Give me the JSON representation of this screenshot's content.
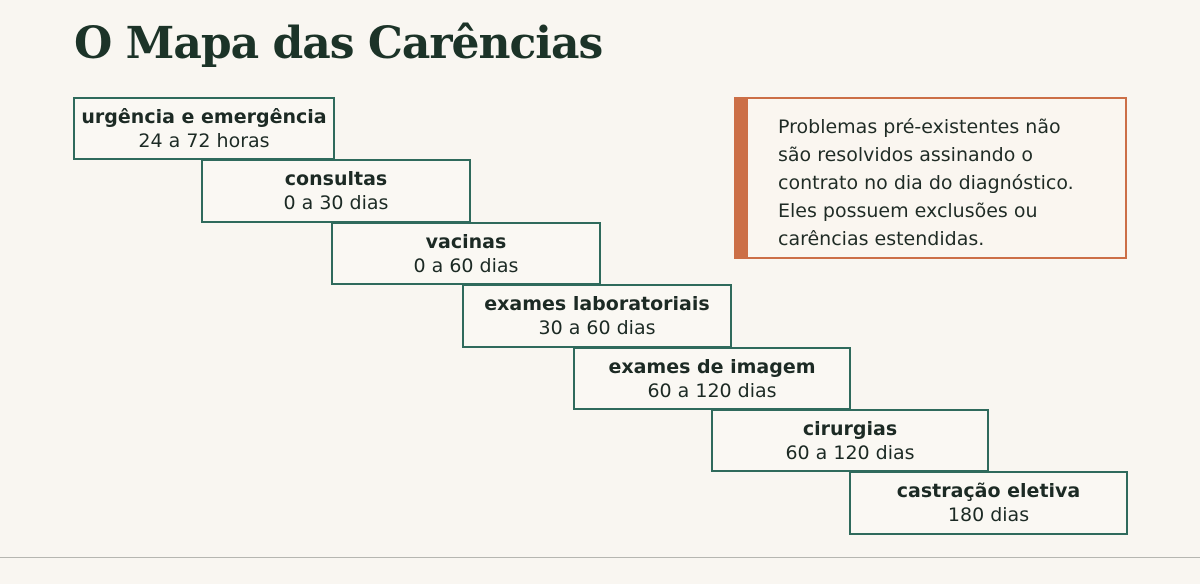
{
  "title": "O Mapa das Carências",
  "steps": [
    {
      "name": "urgência e emergência",
      "duration": "24 a 72 horas"
    },
    {
      "name": "consultas",
      "duration": "0 a 30 dias"
    },
    {
      "name": "vacinas",
      "duration": "0 a 60 dias"
    },
    {
      "name": "exames laboratoriais",
      "duration": "30 a 60 dias"
    },
    {
      "name": "exames de imagem",
      "duration": "60 a 120 dias"
    },
    {
      "name": "cirurgias",
      "duration": "60 a 120 dias"
    },
    {
      "name": "castração eletiva",
      "duration": "180 dias"
    }
  ],
  "note": {
    "lines": [
      "Problemas pré-existentes não",
      "são resolvidos assinando o",
      "contrato no dia do diagnóstico.",
      "Eles possuem exclusões ou",
      "carências estendidas."
    ]
  },
  "colors": {
    "step_border": "#2f6a5c",
    "note_accent": "#cc6f47",
    "background": "#f9f6f1"
  }
}
